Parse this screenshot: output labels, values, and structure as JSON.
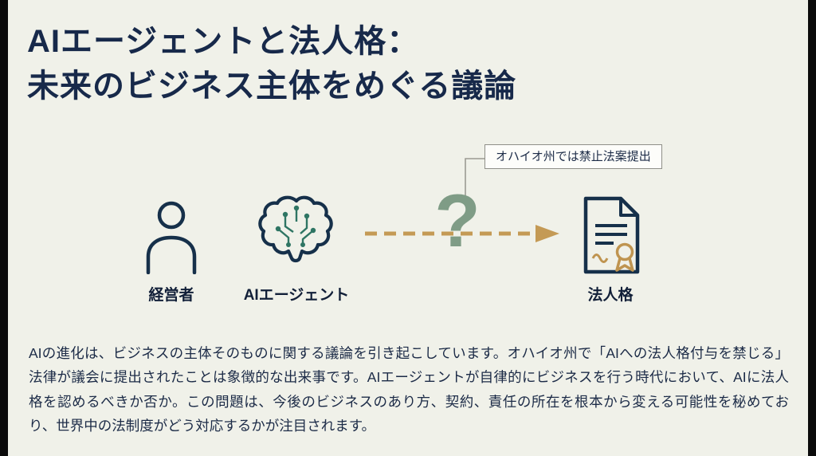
{
  "title": {
    "line1": "AIエージェントと法人格：",
    "line2": "未来のビジネス主体をめぐる議論"
  },
  "diagram": {
    "person_label": "経営者",
    "ai_label": "AIエージェント",
    "document_label": "法人格",
    "question_mark": "?",
    "callout": "オハイオ州では禁止法案提出",
    "icons": {
      "person": "person-icon",
      "ai": "ai-brain-circuit-icon",
      "document": "certificate-document-icon",
      "arrow": "dashed-arrow-icon"
    }
  },
  "body_text": "AIの進化は、ビジネスの主体そのものに関する議論を引き起こしています。オハイオ州で「AIへの法人格付与を禁じる」法律が議会に提出されたことは象徴的な出来事です。AIエージェントが自律的にビジネスを行う時代において、AIに法人格を認めるべきか否か。この問題は、今後のビジネスのあり方、契約、責任の所在を根本から変える可能性を秘めており、世界中の法制度がどう対応するかが注目されます。",
  "colors": {
    "background": "#f0f1e9",
    "title_navy": "#17294a",
    "icon_navy": "#16304a",
    "question_green": "#7f9c86",
    "arrow_gold": "#c49a55",
    "seal_gold": "#bf9450",
    "circuit_teal": "#2e7563"
  }
}
